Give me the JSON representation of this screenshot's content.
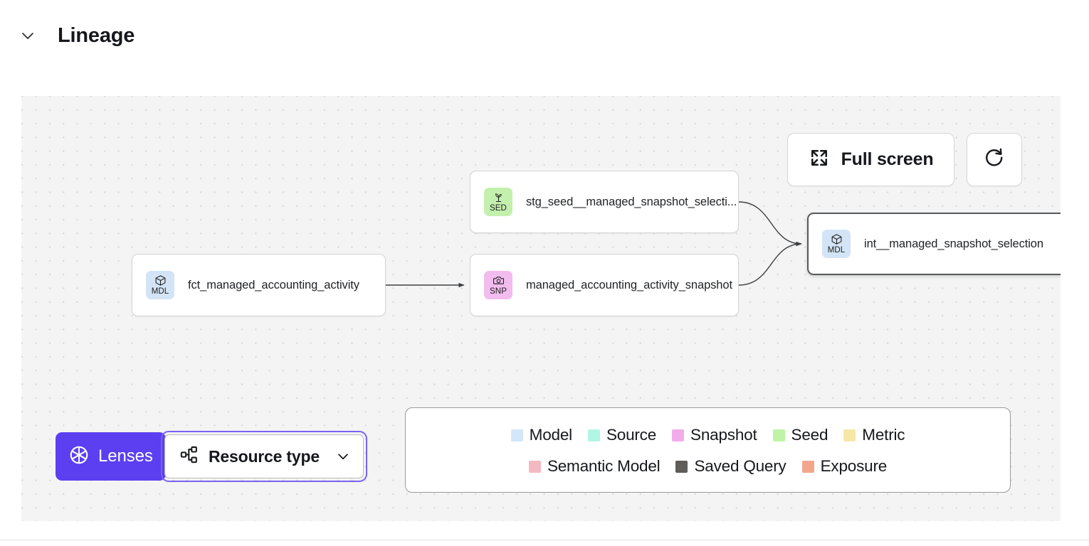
{
  "header": {
    "title": "Lineage",
    "toggle_icon": "chevron-down-icon"
  },
  "canvas": {
    "background_color": "#f4f4f4",
    "dot_color": "#dcdcdc",
    "toolbar": {
      "fullscreen_label": "Full screen",
      "fullscreen_icon": "expand-arrows-icon",
      "refresh_icon": "refresh-icon"
    },
    "nodes": [
      {
        "id": "fct_managed_accounting_activity",
        "label": "fct_managed_accounting_activity",
        "abbr": "MDL",
        "type": "Model",
        "icon": "cube-icon",
        "badge_color": "#d3e4f6",
        "selected": false
      },
      {
        "id": "stg_seed__managed_snapshot_selection",
        "label": "stg_seed__managed_snapshot_selecti...",
        "abbr": "SED",
        "type": "Seed",
        "icon": "sprout-icon",
        "badge_color": "#c4f0ae",
        "selected": false
      },
      {
        "id": "managed_accounting_activity_snapshot",
        "label": "managed_accounting_activity_snapshot",
        "abbr": "SNP",
        "type": "Snapshot",
        "icon": "camera-icon",
        "badge_color": "#f2bcee",
        "selected": false
      },
      {
        "id": "int__managed_snapshot_selection",
        "label": "int__managed_snapshot_selection",
        "abbr": "MDL",
        "type": "Model",
        "icon": "cube-icon",
        "badge_color": "#d3e4f6",
        "selected": true
      }
    ],
    "edges": [
      {
        "from": "fct_managed_accounting_activity",
        "to": "managed_accounting_activity_snapshot"
      },
      {
        "from": "stg_seed__managed_snapshot_selection",
        "to": "int__managed_snapshot_selection"
      },
      {
        "from": "managed_accounting_activity_snapshot",
        "to": "int__managed_snapshot_selection"
      }
    ],
    "controls": {
      "lenses_label": "Lenses",
      "lenses_icon": "aperture-icon",
      "lenses_color": "#5b3ff0",
      "resource_type_label": "Resource type",
      "resource_type_icon": "hierarchy-icon",
      "resource_type_chevron": "chevron-down-icon",
      "focus_ring_color": "#7b61f5"
    },
    "legend": {
      "row1": [
        {
          "label": "Model",
          "color": "#d3e6fa"
        },
        {
          "label": "Source",
          "color": "#b1f5e4"
        },
        {
          "label": "Snapshot",
          "color": "#f2ace9"
        },
        {
          "label": "Seed",
          "color": "#bff4a6"
        },
        {
          "label": "Metric",
          "color": "#f7e6a8"
        }
      ],
      "row2": [
        {
          "label": "Semantic Model",
          "color": "#f4b8c1"
        },
        {
          "label": "Saved Query",
          "color": "#5f5c59"
        },
        {
          "label": "Exposure",
          "color": "#f4a68c"
        }
      ]
    }
  }
}
